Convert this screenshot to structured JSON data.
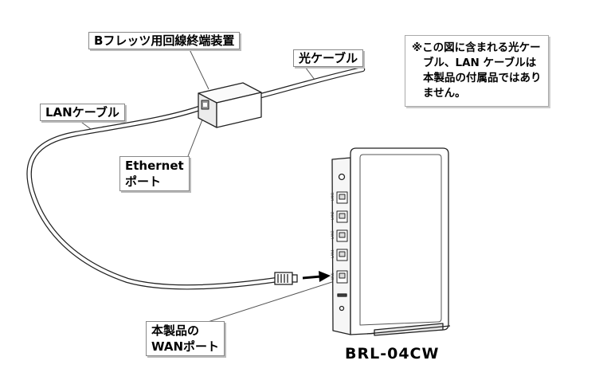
{
  "labels": {
    "ont": "Bフレッツ用回線終端装置",
    "optical_cable": "光ケーブル",
    "lan_cable": "LANケーブル",
    "ethernet_port": [
      "Ethernet",
      "ポート"
    ],
    "wan_port": [
      "本製品の",
      "WANポート"
    ]
  },
  "note": {
    "lines": [
      "※この図に含まれる光ケー",
      "ブル、LAN ケーブルは",
      "本製品の付属品ではあり",
      "ません。"
    ]
  },
  "model_name": "BRL-04CW",
  "router_port_labels": [
    "LAN1",
    "LAN2",
    "LAN3",
    "LAN4",
    "WAN"
  ]
}
